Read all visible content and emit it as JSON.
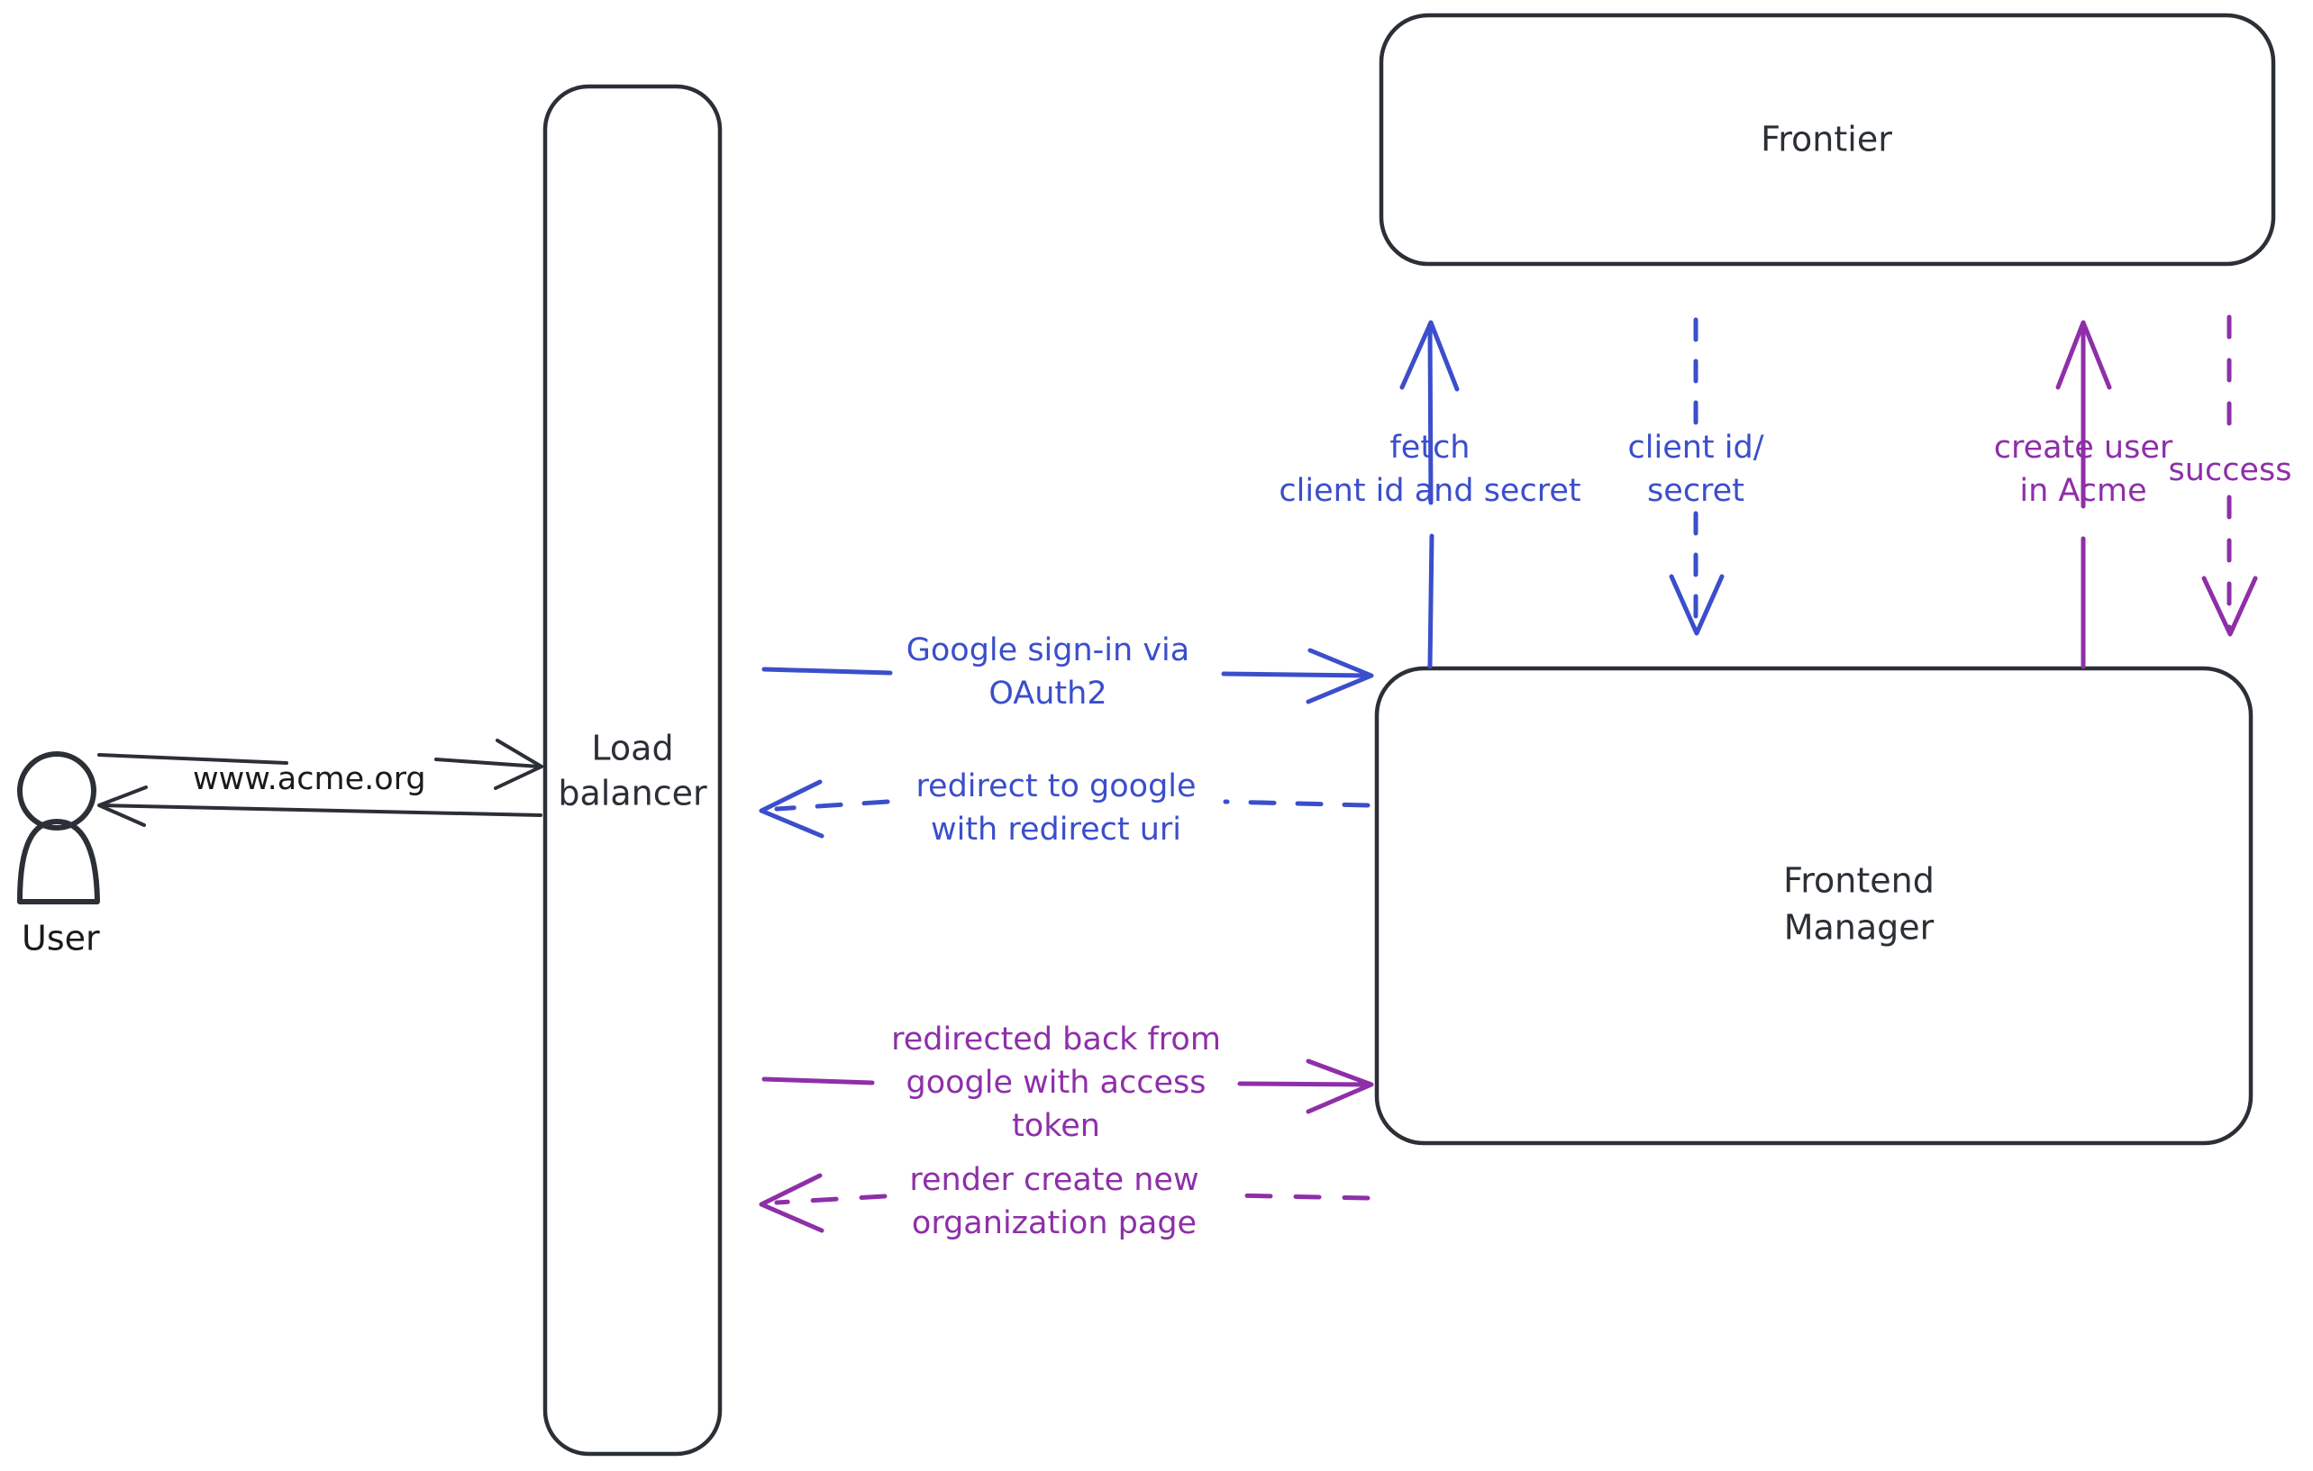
{
  "diagram": {
    "title": "Acme Google OAuth2 sign-in architecture flow",
    "colors": {
      "stroke_dark": "#2b2f36",
      "blue": "#3b4ecb",
      "purple": "#8e2fa8",
      "background": "#ffffff",
      "actor_fill": "#e8eef5"
    },
    "actors": [
      {
        "id": "user",
        "label": "User",
        "shape": "person-icon"
      }
    ],
    "nodes": [
      {
        "id": "load-balancer",
        "label_line1": "Load",
        "label_line2": "balancer",
        "shape": "rounded-rect"
      },
      {
        "id": "frontier",
        "label_line1": "Frontier",
        "label_line2": "",
        "shape": "rounded-rect"
      },
      {
        "id": "frontend-manager",
        "label_line1": "Frontend",
        "label_line2": "Manager",
        "shape": "rounded-rect"
      }
    ],
    "edges": [
      {
        "id": "user-to-lb",
        "from": "user",
        "to": "load-balancer",
        "label": "www.acme.org",
        "color": "#2b2f36",
        "style": "solid",
        "direction": "right"
      },
      {
        "id": "lb-to-user",
        "from": "load-balancer",
        "to": "user",
        "label": "",
        "color": "#2b2f36",
        "style": "solid",
        "direction": "left"
      },
      {
        "id": "lb-to-fm-signin",
        "from": "load-balancer",
        "to": "frontend-manager",
        "label_line1": "Google sign-in via",
        "label_line2": "OAuth2",
        "label_line3": "",
        "color": "#3b4ecb",
        "style": "solid",
        "direction": "right"
      },
      {
        "id": "fm-to-lb-redirect",
        "from": "frontend-manager",
        "to": "load-balancer",
        "label_line1": "redirect to google",
        "label_line2": "with redirect uri",
        "label_line3": "",
        "color": "#3b4ecb",
        "style": "dashed",
        "direction": "left"
      },
      {
        "id": "lb-to-fm-token",
        "from": "load-balancer",
        "to": "frontend-manager",
        "label_line1": "redirected back from",
        "label_line2": "google with access",
        "label_line3": "token",
        "color": "#8e2fa8",
        "style": "solid",
        "direction": "right"
      },
      {
        "id": "fm-to-lb-render",
        "from": "frontend-manager",
        "to": "load-balancer",
        "label_line1": "render create new",
        "label_line2": "organization page",
        "label_line3": "",
        "color": "#8e2fa8",
        "style": "dashed",
        "direction": "left"
      },
      {
        "id": "fm-to-frontier-fetch",
        "from": "frontend-manager",
        "to": "frontier",
        "label_line1": "fetch",
        "label_line2": "client id and secret",
        "color": "#3b4ecb",
        "style": "solid",
        "direction": "up"
      },
      {
        "id": "frontier-to-fm-creds",
        "from": "frontier",
        "to": "frontend-manager",
        "label_line1": "client id/",
        "label_line2": "secret",
        "color": "#3b4ecb",
        "style": "dashed",
        "direction": "down"
      },
      {
        "id": "fm-to-frontier-create-user",
        "from": "frontend-manager",
        "to": "frontier",
        "label_line1": "create user",
        "label_line2": "in Acme",
        "color": "#8e2fa8",
        "style": "solid",
        "direction": "up"
      },
      {
        "id": "frontier-to-fm-success",
        "from": "frontier",
        "to": "frontend-manager",
        "label_line1": "success",
        "label_line2": "",
        "color": "#8e2fa8",
        "style": "dashed",
        "direction": "down"
      }
    ]
  }
}
